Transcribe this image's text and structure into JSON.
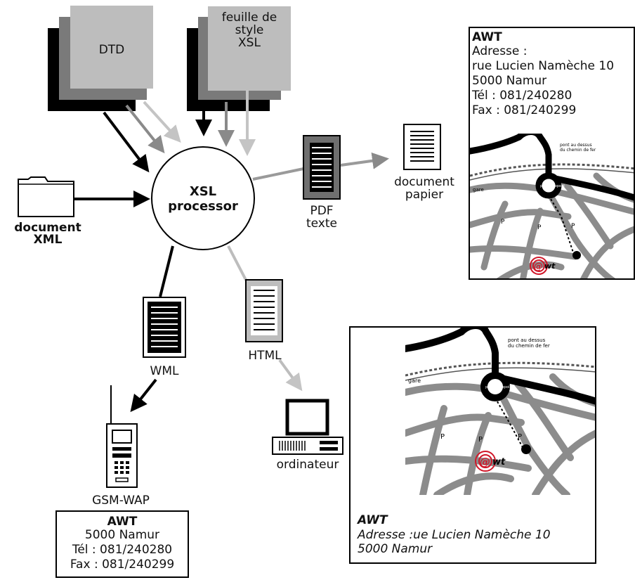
{
  "nodes": {
    "dtd_label": "DTD",
    "stylesheet_label": "feuille de style XSL",
    "stylesheet_lines": [
      "feuille de",
      "style",
      "XSL"
    ],
    "xml_doc_lines": [
      "document",
      "XML"
    ],
    "processor_lines": [
      "XSL",
      "processor"
    ],
    "pdf_lines": [
      "PDF",
      "texte"
    ],
    "paper_lines": [
      "document",
      "papier"
    ],
    "wml_label": "WML",
    "html_label": "HTML",
    "gsm_label": "GSM-WAP",
    "computer_label": "ordinateur"
  },
  "paper_card": {
    "title": "AWT",
    "lines": [
      "Adresse :",
      "rue Lucien Namèche 10",
      "5000 Namur",
      "Tél : 081/240280",
      "Fax : 081/240299"
    ]
  },
  "screen_card": {
    "title": "AWT",
    "lines": [
      "Adresse :ue Lucien Namèche 10",
      "5000 Namur"
    ]
  },
  "phone_card": {
    "title": "AWT",
    "lines": [
      "5000 Namur",
      "Tél : 081/240280",
      "Fax : 081/240299"
    ]
  },
  "map": {
    "label_bridge": [
      "pont au dessus",
      "du chemin de fer"
    ],
    "label_station": "gare",
    "label_place": "place Léopold",
    "logo": "@wt",
    "parking": "P"
  },
  "colors": {
    "black": "#000000",
    "dark_gray": "#777777",
    "mid_gray": "#9a9a9a",
    "light_gray": "#bdbdbd",
    "road_gray": "#8c8c8c",
    "logo_red": "#d0182a"
  }
}
